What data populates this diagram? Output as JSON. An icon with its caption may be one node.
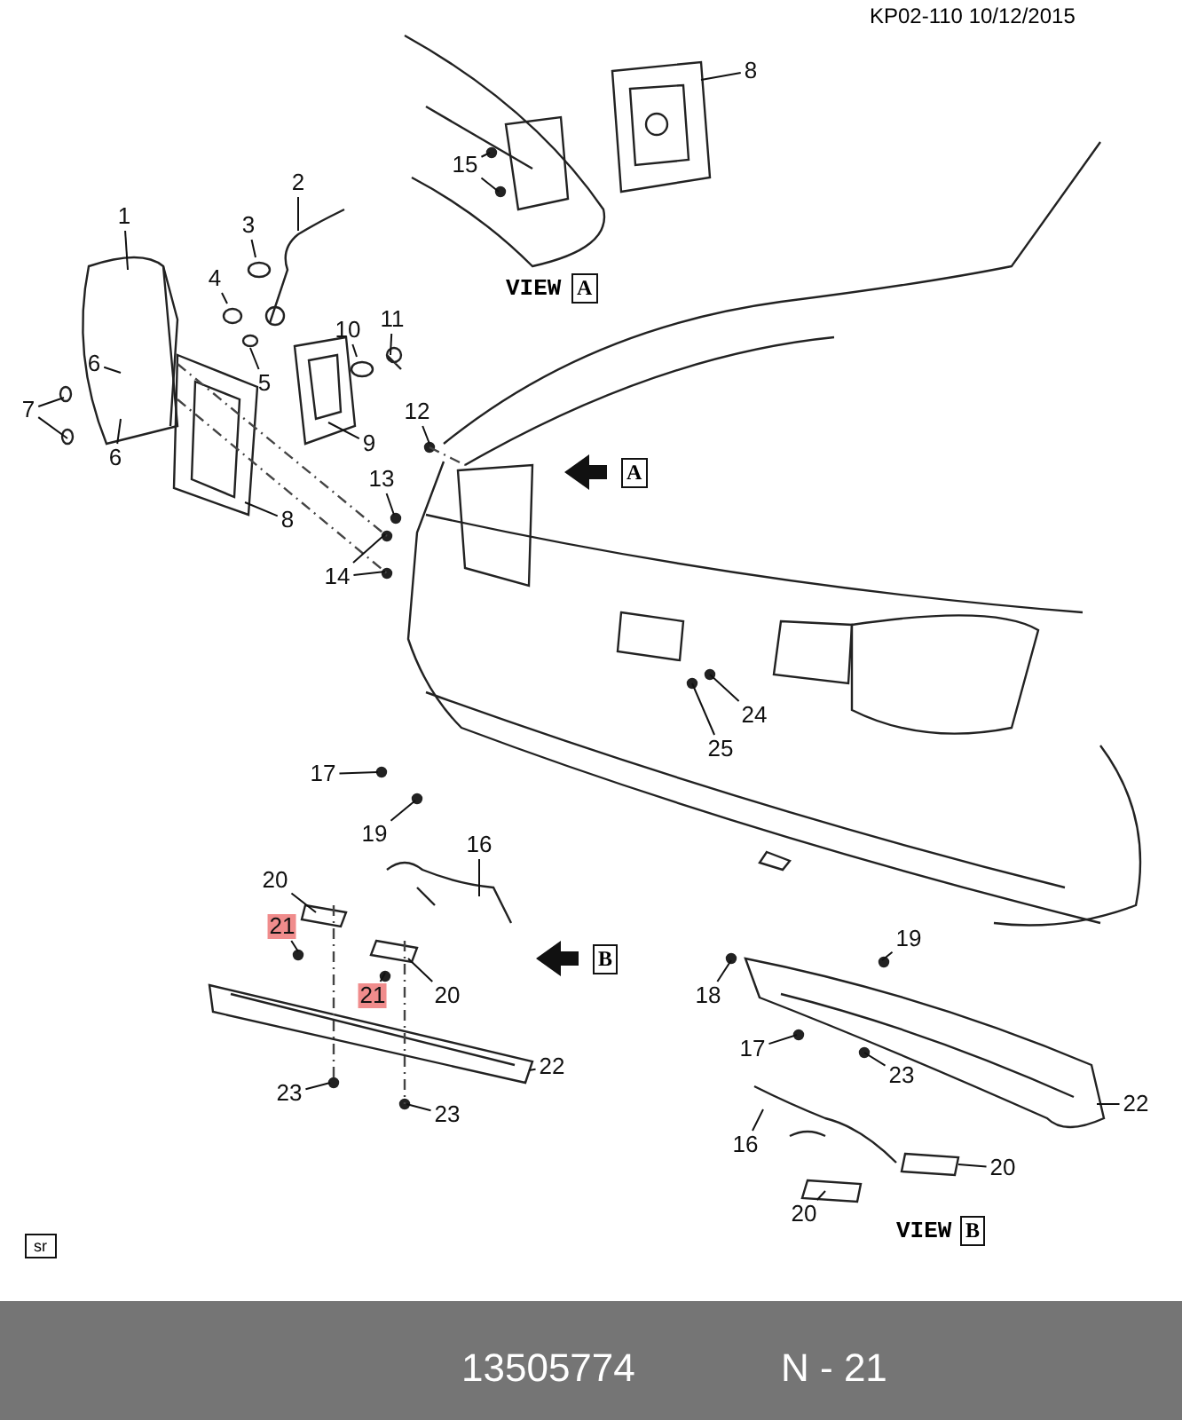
{
  "diagram": {
    "nodes": [
      {
        "text": [
          "8"
        ]
      },
      {
        "text": [
          "15"
        ]
      },
      {
        "text": [
          "1"
        ]
      },
      {
        "text": [
          "2"
        ]
      },
      {
        "text": [
          "3"
        ]
      },
      {
        "text": [
          "4"
        ]
      },
      {
        "text": [
          "6"
        ]
      },
      {
        "text": [
          "6"
        ]
      },
      {
        "text": [
          "7"
        ]
      },
      {
        "text": [
          "5"
        ]
      },
      {
        "text": [
          "10"
        ]
      },
      {
        "text": [
          "11"
        ]
      },
      {
        "text": [
          "9"
        ]
      },
      {
        "text": [
          "12"
        ]
      },
      {
        "text": [
          "8"
        ]
      },
      {
        "text": [
          "13"
        ]
      },
      {
        "text": [
          "14"
        ]
      },
      {
        "text": [
          "24"
        ]
      },
      {
        "text": [
          "25"
        ]
      },
      {
        "text": [
          "17"
        ]
      },
      {
        "text": [
          "19"
        ]
      },
      {
        "text": [
          "16"
        ]
      },
      {
        "text": [
          "20"
        ]
      },
      {
        "text": [
          "21"
        ]
      },
      {
        "text": [
          "21"
        ]
      },
      {
        "text": [
          "20"
        ]
      },
      {
        "text": [
          "22"
        ]
      },
      {
        "text": [
          "23"
        ]
      },
      {
        "text": [
          "23"
        ]
      },
      {
        "text": [
          "19"
        ]
      },
      {
        "text": [
          "18"
        ]
      },
      {
        "text": [
          "17"
        ]
      },
      {
        "text": [
          "23"
        ]
      },
      {
        "text": [
          "22"
        ]
      },
      {
        "text": [
          "16"
        ]
      },
      {
        "text": [
          "20"
        ]
      },
      {
        "text": [
          "20"
        ]
      }
    ],
    "edges": [
      {
        "from": 0,
        "to": null,
        "arrow": "none"
      },
      {
        "from": 1,
        "to": null,
        "arrow": "none"
      },
      {
        "from": 1,
        "to": null,
        "arrow": "none"
      },
      {
        "from": 2,
        "to": null,
        "arrow": "none"
      },
      {
        "from": 3,
        "to": null,
        "arrow": "none"
      },
      {
        "from": 4,
        "to": null,
        "arrow": "none"
      },
      {
        "from": 5,
        "to": null,
        "arrow": "none"
      },
      {
        "from": 6,
        "to": null,
        "arrow": "none"
      },
      {
        "from": 7,
        "to": null,
        "arrow": "none"
      },
      {
        "from": 8,
        "to": null,
        "arrow": "none"
      },
      {
        "from": 8,
        "to": null,
        "arrow": "none"
      },
      {
        "from": 9,
        "to": null,
        "arrow": "none"
      },
      {
        "from": 10,
        "to": null,
        "arrow": "none"
      },
      {
        "from": 11,
        "to": null,
        "arrow": "none"
      },
      {
        "from": 12,
        "to": null,
        "arrow": "none"
      },
      {
        "from": 13,
        "to": null,
        "arrow": "none"
      },
      {
        "from": 14,
        "to": null,
        "arrow": "none"
      },
      {
        "from": 15,
        "to": null,
        "arrow": "none"
      },
      {
        "from": 16,
        "to": null,
        "arrow": "none"
      },
      {
        "from": 16,
        "to": null,
        "arrow": "none"
      },
      {
        "from": 17,
        "to": null,
        "arrow": "none"
      },
      {
        "from": 18,
        "to": null,
        "arrow": "none"
      },
      {
        "from": 19,
        "to": null,
        "arrow": "none"
      },
      {
        "from": 20,
        "to": null,
        "arrow": "none"
      },
      {
        "from": 21,
        "to": null,
        "arrow": "none"
      },
      {
        "from": 22,
        "to": null,
        "arrow": "none"
      },
      {
        "from": 23,
        "to": null,
        "arrow": "none"
      },
      {
        "from": 24,
        "to": null,
        "arrow": "none"
      },
      {
        "from": 25,
        "to": null,
        "arrow": "none"
      },
      {
        "from": 26,
        "to": null,
        "arrow": "none"
      },
      {
        "from": 27,
        "to": null,
        "arrow": "none"
      },
      {
        "from": 28,
        "to": null,
        "arrow": "none"
      },
      {
        "from": 29,
        "to": null,
        "arrow": "none"
      },
      {
        "from": 30,
        "to": null,
        "arrow": "none"
      },
      {
        "from": 31,
        "to": null,
        "arrow": "none"
      },
      {
        "from": 32,
        "to": null,
        "arrow": "none"
      },
      {
        "from": 33,
        "to": null,
        "arrow": "none"
      },
      {
        "from": 34,
        "to": null,
        "arrow": "none"
      },
      {
        "from": 35,
        "to": null,
        "arrow": "none"
      },
      {
        "from": 36,
        "to": null,
        "arrow": "none"
      }
    ],
    "labels": [
      "KP02-110  10/12/2015",
      "VIEW",
      "A",
      "A",
      "B",
      "VIEW",
      "B",
      "sr",
      "13505774",
      "N - 21"
    ]
  }
}
